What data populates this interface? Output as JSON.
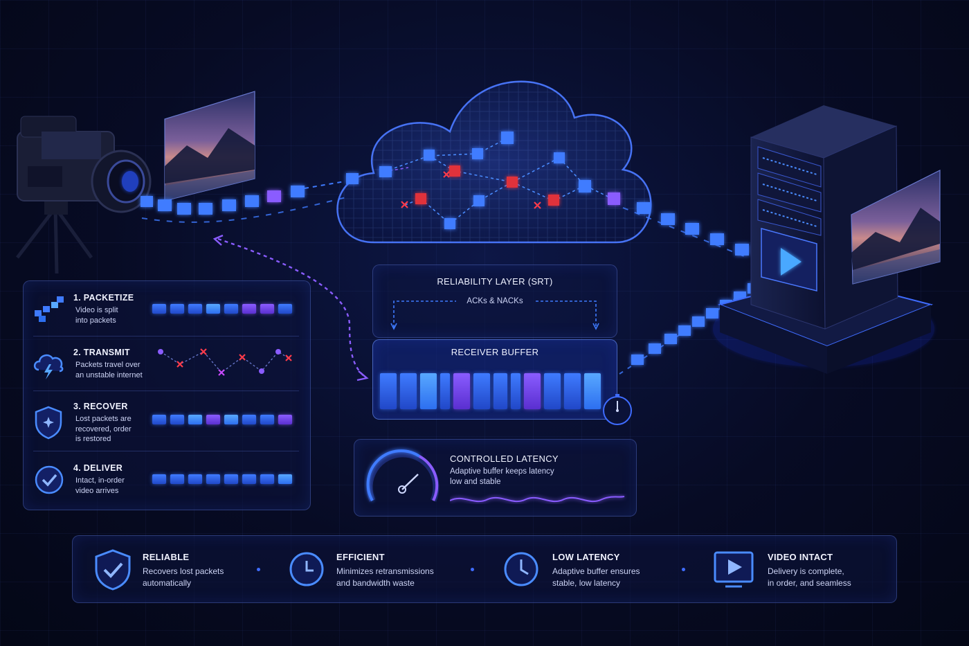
{
  "reliability_layer": {
    "title": "RELIABILITY LAYER (SRT)",
    "acks_label": "ACKs & NACKs"
  },
  "receiver_buffer": {
    "title": "RECEIVER BUFFER"
  },
  "latency": {
    "title": "CONTROLLED LATENCY",
    "desc_line1": "Adaptive buffer keeps latency",
    "desc_line2": "low and stable"
  },
  "steps": [
    {
      "title": "1. PACKETIZE",
      "desc_line1": "Video is split",
      "desc_line2": "into packets",
      "desc_line3": ""
    },
    {
      "title": "2. TRANSMIT",
      "desc_line1": "Packets travel over",
      "desc_line2": "an unstable internet",
      "desc_line3": ""
    },
    {
      "title": "3. RECOVER",
      "desc_line1": "Lost packets are",
      "desc_line2": "recovered, order",
      "desc_line3": "is restored"
    },
    {
      "title": "4. DELIVER",
      "desc_line1": "Intact, in-order",
      "desc_line2": "video arrives",
      "desc_line3": ""
    }
  ],
  "features": [
    {
      "title": "RELIABLE",
      "desc_line1": "Recovers lost packets",
      "desc_line2": "automatically"
    },
    {
      "title": "EFFICIENT",
      "desc_line1": "Minimizes retransmissions",
      "desc_line2": "and bandwidth waste"
    },
    {
      "title": "LOW LATENCY",
      "desc_line1": "Adaptive buffer ensures",
      "desc_line2": "stable, low latency"
    },
    {
      "title": "VIDEO INTACT",
      "desc_line1": "Delivery is complete,",
      "desc_line2": "in order, and seamless"
    }
  ],
  "icons": {
    "camera": "video-camera-icon",
    "cloud": "cloud-network-icon",
    "server": "server-icon",
    "play": "play-icon",
    "shield": "shield-check-icon",
    "stopwatch": "stopwatch-icon",
    "clock": "clock-icon",
    "monitor_play": "monitor-play-icon",
    "gauge": "gauge-icon"
  },
  "colors": {
    "accent_blue": "#3f7bff",
    "accent_violet": "#8a5cff",
    "loss_red": "#e0303a",
    "background": "#070b24"
  }
}
